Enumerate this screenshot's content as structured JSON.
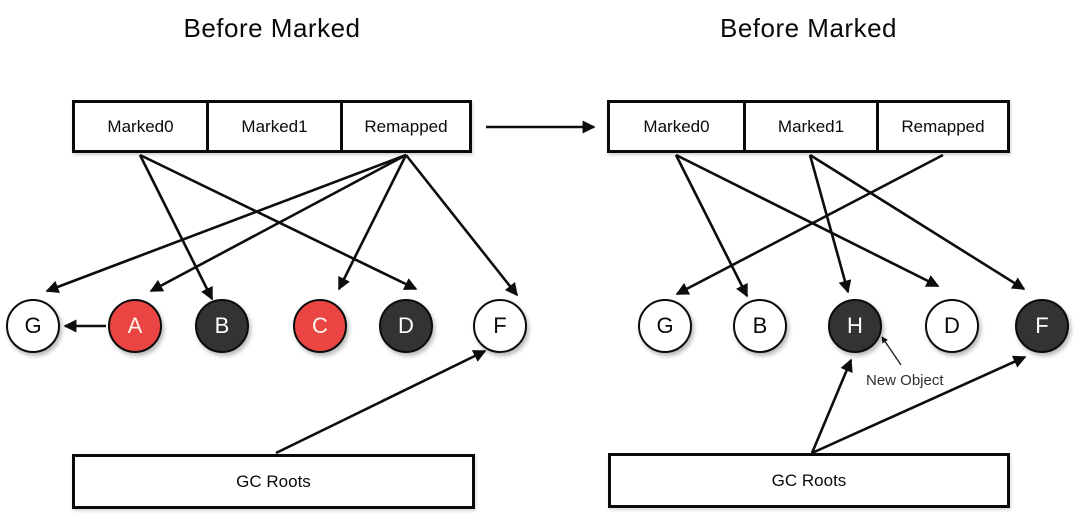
{
  "colors": {
    "node_white": "#ffffff",
    "node_red": "#ea4542",
    "node_dark": "#333333",
    "line": "#0d0d0d",
    "background": "#ffffff"
  },
  "panels": [
    {
      "title": "Before Marked",
      "pointer_box": {
        "cells": [
          "Marked0",
          "Marked1",
          "Remapped"
        ]
      },
      "nodes": [
        {
          "label": "G",
          "fill": "white"
        },
        {
          "label": "A",
          "fill": "red"
        },
        {
          "label": "B",
          "fill": "dark"
        },
        {
          "label": "C",
          "fill": "red"
        },
        {
          "label": "D",
          "fill": "dark"
        },
        {
          "label": "F",
          "fill": "white"
        }
      ],
      "gc_roots": {
        "label": "GC Roots"
      },
      "edges": [
        {
          "from": "Marked0",
          "to": "B"
        },
        {
          "from": "Marked0",
          "to": "D"
        },
        {
          "from": "Remapped",
          "to": "G"
        },
        {
          "from": "Remapped",
          "to": "A"
        },
        {
          "from": "Remapped",
          "to": "C"
        },
        {
          "from": "Remapped",
          "to": "F"
        },
        {
          "from": "A",
          "to": "G"
        },
        {
          "from": "GC Roots",
          "to": "F"
        }
      ]
    },
    {
      "title": "Before Marked",
      "pointer_box": {
        "cells": [
          "Marked0",
          "Marked1",
          "Remapped"
        ]
      },
      "nodes": [
        {
          "label": "G",
          "fill": "white"
        },
        {
          "label": "B",
          "fill": "white"
        },
        {
          "label": "H",
          "fill": "dark"
        },
        {
          "label": "D",
          "fill": "white"
        },
        {
          "label": "F",
          "fill": "dark"
        }
      ],
      "gc_roots": {
        "label": "GC Roots"
      },
      "annotation": {
        "label": "New Object",
        "points_to": "H"
      },
      "edges": [
        {
          "from": "Marked0",
          "to": "B"
        },
        {
          "from": "Marked0",
          "to": "D"
        },
        {
          "from": "Marked1",
          "to": "H"
        },
        {
          "from": "Marked1",
          "to": "F"
        },
        {
          "from": "Remapped",
          "to": "G"
        },
        {
          "from": "GC Roots",
          "to": "H"
        },
        {
          "from": "GC Roots",
          "to": "F"
        }
      ]
    }
  ],
  "flow_arrow": {
    "from": "left pointer box",
    "to": "right pointer box"
  }
}
